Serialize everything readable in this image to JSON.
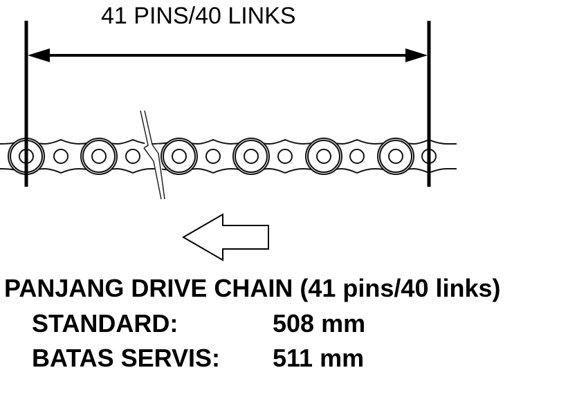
{
  "diagram": {
    "dimension_label": "41 PINS/40 LINKS",
    "heading": "PANJANG DRIVE CHAIN (41 pins/40 links)",
    "specs": [
      {
        "label": "STANDARD:",
        "value": "508 mm"
      },
      {
        "label": "BATAS SERVIS:",
        "value": "511 mm"
      }
    ],
    "direction_icon": "arrow-left-outline-icon"
  }
}
